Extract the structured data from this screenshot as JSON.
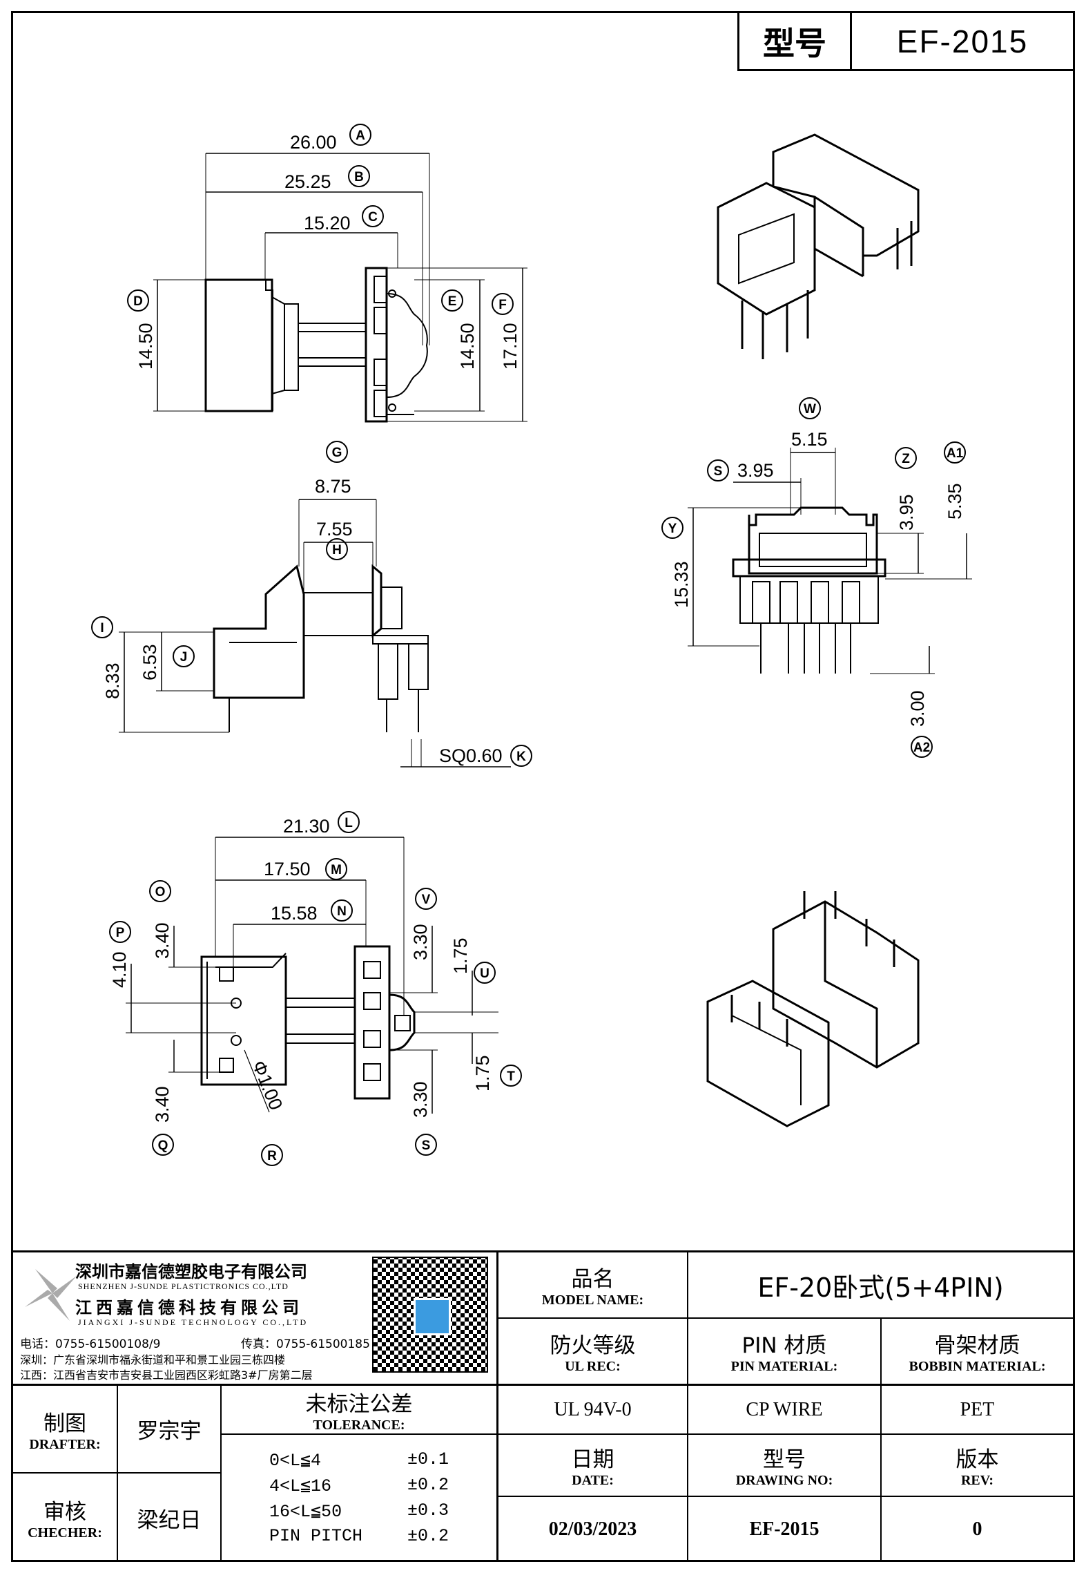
{
  "header": {
    "model_label": "型号",
    "model_value": "EF-2015"
  },
  "top_view": {
    "dims": [
      {
        "value": "26.00",
        "label": "A"
      },
      {
        "value": "25.25",
        "label": "B"
      },
      {
        "value": "15.20",
        "label": "C"
      },
      {
        "value": "14.50",
        "label": "D"
      },
      {
        "value": "14.50",
        "label": "E"
      },
      {
        "value": "17.10",
        "label": "F"
      }
    ]
  },
  "side_view": {
    "dims": [
      {
        "value": "8.75",
        "label": "G"
      },
      {
        "value": "7.55",
        "label": "H"
      },
      {
        "value": "8.33",
        "label": "I"
      },
      {
        "value": "6.53",
        "label": "J"
      },
      {
        "value": "SQ0.60",
        "label": "K"
      }
    ]
  },
  "front_view": {
    "dims": [
      {
        "value": "5.15",
        "label": "W"
      },
      {
        "value": "3.95",
        "label": "S"
      },
      {
        "value": "3.95",
        "label": "Z"
      },
      {
        "value": "5.35",
        "label": "A1"
      },
      {
        "value": "15.33",
        "label": "Y"
      },
      {
        "value": "3.00",
        "label": "A2"
      }
    ]
  },
  "bottom_view": {
    "dims": [
      {
        "value": "21.30",
        "label": "L"
      },
      {
        "value": "17.50",
        "label": "M"
      },
      {
        "value": "15.58",
        "label": "N"
      },
      {
        "value": "3.40",
        "label": "O"
      },
      {
        "value": "4.10",
        "label": "P"
      },
      {
        "value": "3.40",
        "label": "Q"
      },
      {
        "value": "Φ1.00",
        "label": "R"
      },
      {
        "value": "3.30",
        "label": "V"
      },
      {
        "value": "1.75",
        "label": "U"
      },
      {
        "value": "1.75",
        "label": "T"
      },
      {
        "value": "3.30",
        "label": "S"
      }
    ]
  },
  "company": {
    "name_cn": "深圳市嘉信德塑胶电子有限公司",
    "name_en": "SHENZHEN J-SUNDE PLASTICTRONICS CO.,LTD",
    "name2_cn": "江西嘉信德科技有限公司",
    "name2_en": "JIANGXI J-SUNDE TECHNOLOGY CO.,LTD",
    "phone": "电话：0755-61500108/9",
    "fax": "传真：0755-61500185",
    "addr_sz": "深圳：广东省深圳市福永街道和平和景工业园三栋四楼",
    "addr_jx": "江西：江西省吉安市吉安县工业园西区彩虹路3#厂房第二层"
  },
  "title_block": {
    "model_name_cn": "品名",
    "model_name_en": "MODEL NAME:",
    "model_name_value": "EF-20卧式(5+4PIN)",
    "ul_cn": "防火等级",
    "ul_en": "UL REC:",
    "ul_value": "UL 94V-0",
    "pin_cn": "PIN 材质",
    "pin_en": "PIN MATERIAL:",
    "pin_value": "CP WIRE",
    "bobbin_cn": "骨架材质",
    "bobbin_en": "BOBBIN MATERIAL:",
    "bobbin_value": "PET",
    "date_cn": "日期",
    "date_en": "DATE:",
    "date_value": "02/03/2023",
    "drawing_cn": "型号",
    "drawing_en": "DRAWING NO:",
    "drawing_value": "EF-2015",
    "rev_cn": "版本",
    "rev_en": "REV:",
    "rev_value": "0",
    "drafter_cn": "制图",
    "drafter_en": "DRAFTER:",
    "drafter_value": "罗宗宇",
    "checker_cn": "审核",
    "checker_en": "CHECHER:",
    "checker_value": "梁纪日",
    "tol_cn": "未标注公差",
    "tol_en": "TOLERANCE:",
    "tolerances": [
      {
        "range": "0<L≦4",
        "value": "±0.1"
      },
      {
        "range": "4<L≦16",
        "value": "±0.2"
      },
      {
        "range": "16<L≦50",
        "value": "±0.3"
      },
      {
        "range": "PIN PITCH",
        "value": "±0.2"
      }
    ]
  }
}
